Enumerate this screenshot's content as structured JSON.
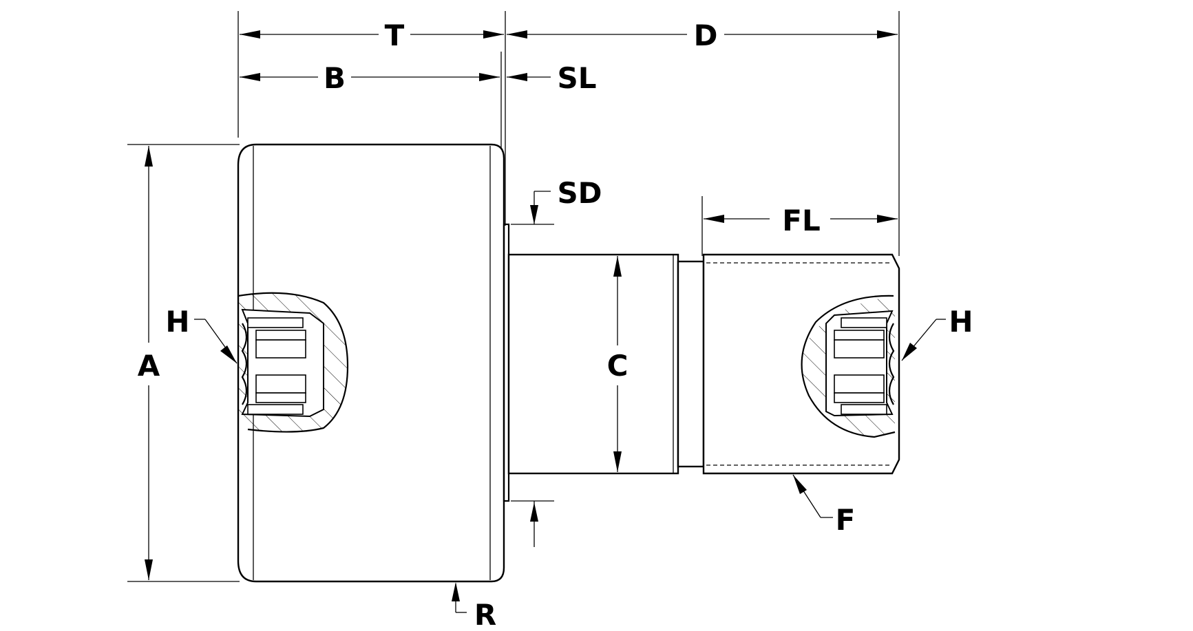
{
  "labels": {
    "T": "T",
    "D": "D",
    "B": "B",
    "SL": "SL",
    "SD": "SD",
    "FL": "FL",
    "A": "A",
    "C": "C",
    "H_left": "H",
    "H_right": "H",
    "F": "F",
    "R": "R"
  }
}
